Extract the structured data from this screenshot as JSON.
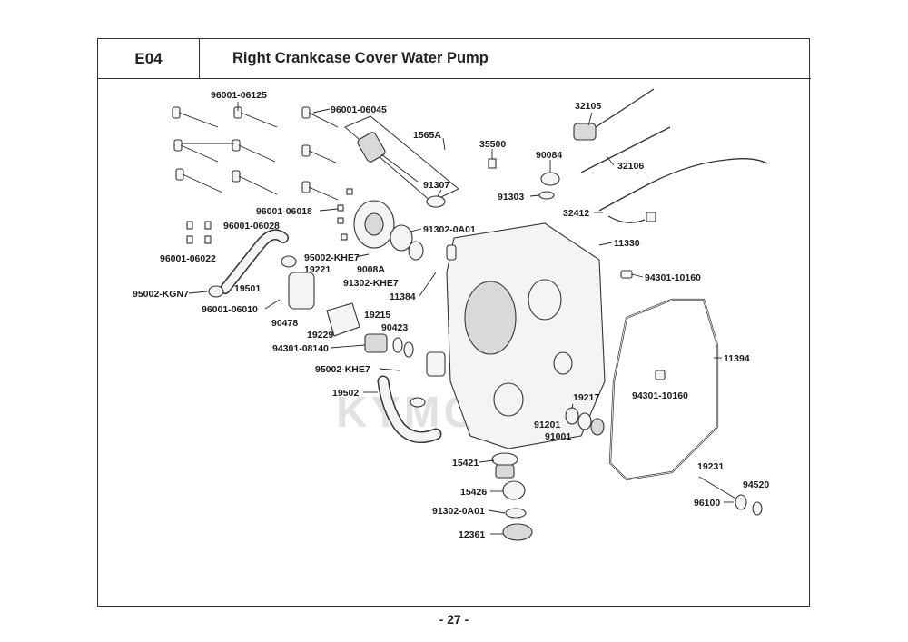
{
  "header": {
    "section_code": "E04",
    "title": "Right Crankcase Cover Water Pump"
  },
  "watermark": "KYMCO",
  "page_number": "- 27 -",
  "part_labels": [
    "96001-06125",
    "96001-06045",
    "1565A",
    "32105",
    "35500",
    "90084",
    "32106",
    "91307",
    "91303",
    "32412",
    "96001-06018",
    "96001-06028",
    "91302-0A01",
    "11330",
    "96001-06022",
    "95002-KHE7",
    "19221",
    "9008A",
    "94301-10160",
    "95002-KGN7",
    "19501",
    "91302-KHE7",
    "11384",
    "96001-06010",
    "19215",
    "90478",
    "90423",
    "19229",
    "94301-08140",
    "11394",
    "95002-KHE7",
    "19502",
    "94301-10160",
    "19217",
    "91201",
    "91001",
    "15421",
    "15426",
    "19231",
    "94520",
    "91302-0A01",
    "96100",
    "12361"
  ]
}
